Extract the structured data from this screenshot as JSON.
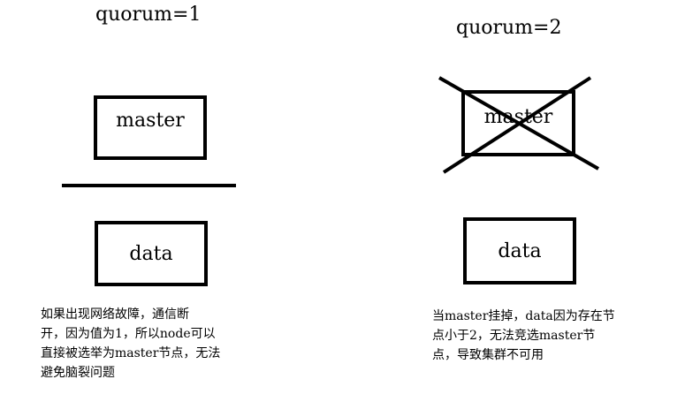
{
  "left_panel": {
    "title": "quorum=1",
    "master_label": "master",
    "data_label": "data",
    "caption_lines": [
      "如果出现网络故障，通信断",
      "开，因为值为1，所以node可以",
      "直接被选举为master节点，无法",
      "避免脑裂问题"
    ]
  },
  "right_panel": {
    "title": "quorum=2",
    "master_label": "master",
    "data_label": "data",
    "caption_lines": [
      "当master挂掉，data因为存在节",
      "点小于2，无法竞选master节",
      "点，导致集群不可用"
    ]
  },
  "colors": {
    "stroke": "#000000",
    "background": "#ffffff"
  }
}
